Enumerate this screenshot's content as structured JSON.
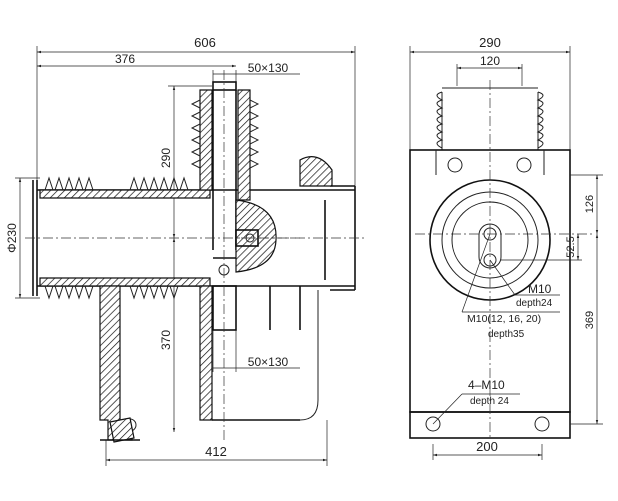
{
  "side_view": {
    "dims": {
      "overall_width": "606",
      "to_axis": "376",
      "flange_top": "50×130",
      "top_height": "290",
      "diameter": "Φ230",
      "bottom_height": "370",
      "flange_bottom": "50×130",
      "base_width": "412"
    }
  },
  "front_view": {
    "dims": {
      "overall_width": "290",
      "top_width": "120",
      "upper_height": "126",
      "offset": "52.5",
      "lower_height": "369",
      "bolt_spacing": "200"
    },
    "notes": {
      "m10": "M10",
      "depth24": "depth24",
      "m10_multi": "M10(12, 16, 20)",
      "depth35": "depth35",
      "four_m10": "4–M10",
      "depth24_bottom": "depth 24"
    }
  },
  "colors": {
    "line": "#222222",
    "background": "#ffffff"
  }
}
